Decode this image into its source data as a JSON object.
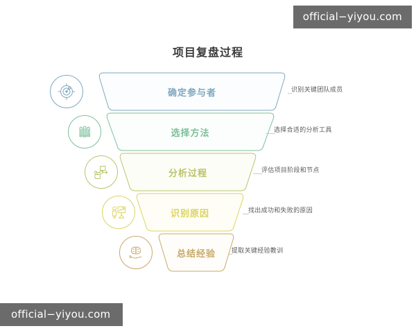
{
  "page": {
    "title": "项目复盘过程",
    "background_color": "#ffffff"
  },
  "watermarks": {
    "top": "official−yiyou.com",
    "bottom": "official−yiyou.com",
    "background_color": "#6b6b6b",
    "text_color": "#ffffff"
  },
  "funnel": {
    "type": "funnel-diagram",
    "levels": [
      {
        "index": 1,
        "label": "确定参与者",
        "description": "识别关键团队成员",
        "color": "#7fa8c0",
        "fill": "#fbfdfe",
        "icon": "target-compass-icon"
      },
      {
        "index": 2,
        "label": "选择方法",
        "description": "选择合适的分析工具",
        "color": "#7cbf9a",
        "fill": "#fcfefd",
        "icon": "three-pens-icon"
      },
      {
        "index": 3,
        "label": "分析过程",
        "description": "评估项目阶段和节点",
        "color": "#b9c46a",
        "fill": "#fdfdf8",
        "icon": "flowchart-nodes-icon"
      },
      {
        "index": 4,
        "label": "识别原因",
        "description": "找出成功和失败的原因",
        "color": "#dbd45e",
        "fill": "#fefdf6",
        "icon": "presenter-chart-icon"
      },
      {
        "index": 5,
        "label": "总结经验",
        "description": "提取关键经验教训",
        "color": "#c9a96a",
        "fill": "#fefdf9",
        "icon": "brain-in-hand-icon"
      }
    ]
  }
}
